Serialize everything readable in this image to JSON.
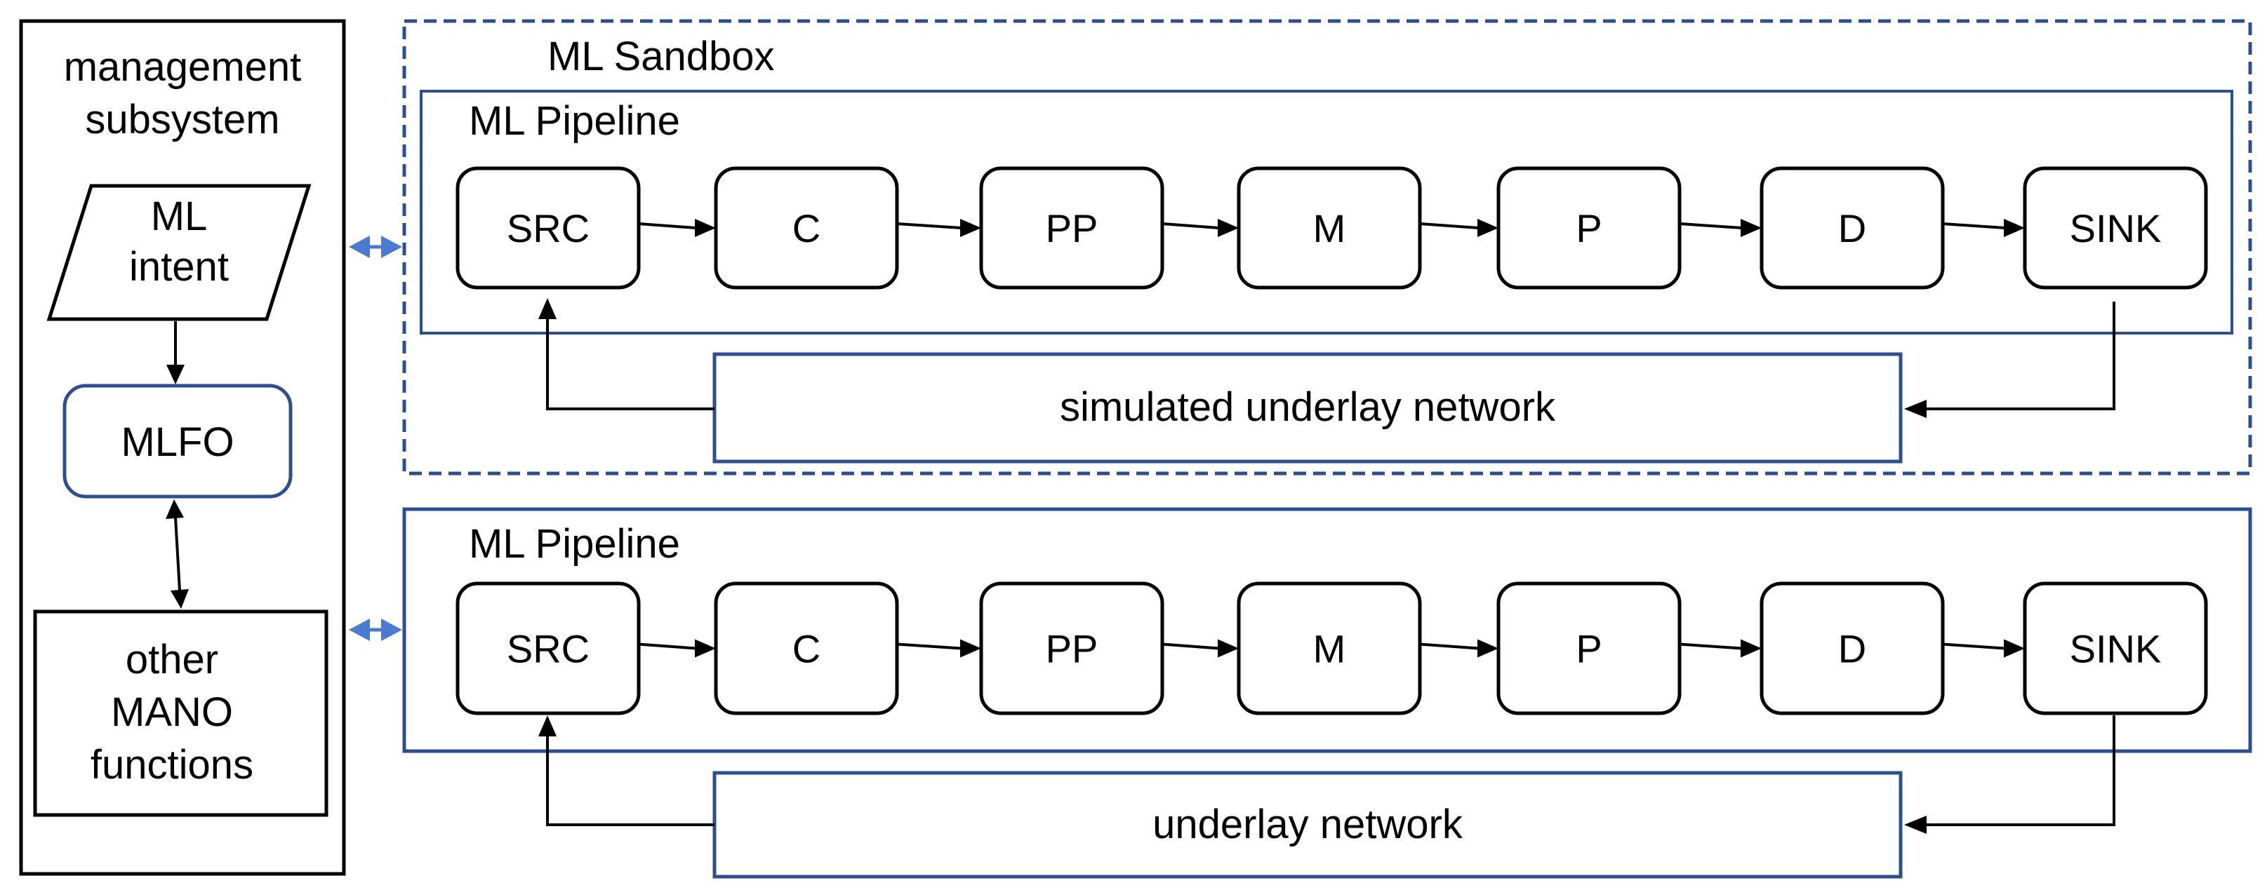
{
  "colors": {
    "line": "#000000",
    "accent_blue": "#2e4f8f",
    "arrow_blue": "#4a7bd0",
    "background": "#ffffff"
  },
  "management": {
    "title_line1": "management",
    "title_line2": "subsystem",
    "intent_line1": "ML",
    "intent_line2": "intent",
    "mlfo": "MLFO",
    "other_line1": "other",
    "other_line2": "MANO",
    "other_line3": "functions"
  },
  "sandbox": {
    "label": "ML Sandbox",
    "pipeline_label": "ML Pipeline",
    "stages": [
      "SRC",
      "C",
      "PP",
      "M",
      "P",
      "D",
      "SINK"
    ],
    "network": "simulated underlay network"
  },
  "production": {
    "pipeline_label": "ML Pipeline",
    "stages": [
      "SRC",
      "C",
      "PP",
      "M",
      "P",
      "D",
      "SINK"
    ],
    "network": "underlay network"
  }
}
